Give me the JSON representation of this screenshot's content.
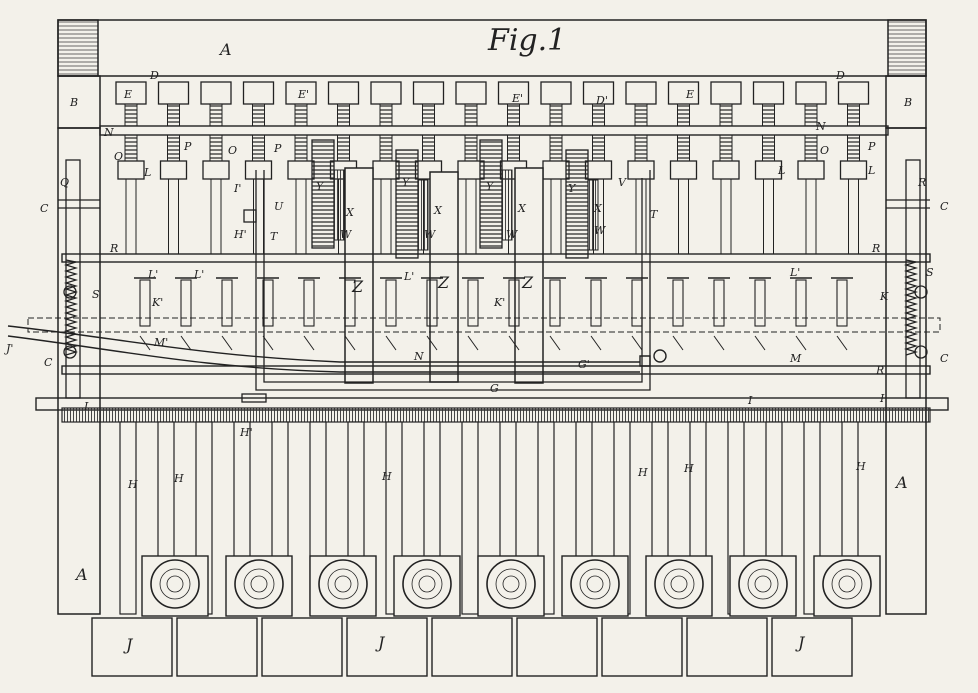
{
  "figure": {
    "title": "Fig.1"
  },
  "colors": {
    "ink": "#222222",
    "paper": "#f3f1ea"
  },
  "labels": {
    "A": "A",
    "B": "B",
    "C": "C",
    "D": "D",
    "E": "E",
    "E1": "E'",
    "D1": "D'",
    "N": "N",
    "O": "O",
    "P": "P",
    "L": "L",
    "I1": "I'",
    "H1": "H'",
    "T": "T",
    "U": "U",
    "V": "V",
    "W": "W",
    "X": "X",
    "Y": "Y",
    "Z": "Z",
    "K": "K",
    "K1": "K'",
    "L1": "L'",
    "M": "M",
    "M1": "M'",
    "Q": "Q",
    "S": "S",
    "R": "R",
    "J1": "J'",
    "I": "I",
    "H": "H",
    "J": "J",
    "G1": "G'",
    "G": "G"
  }
}
